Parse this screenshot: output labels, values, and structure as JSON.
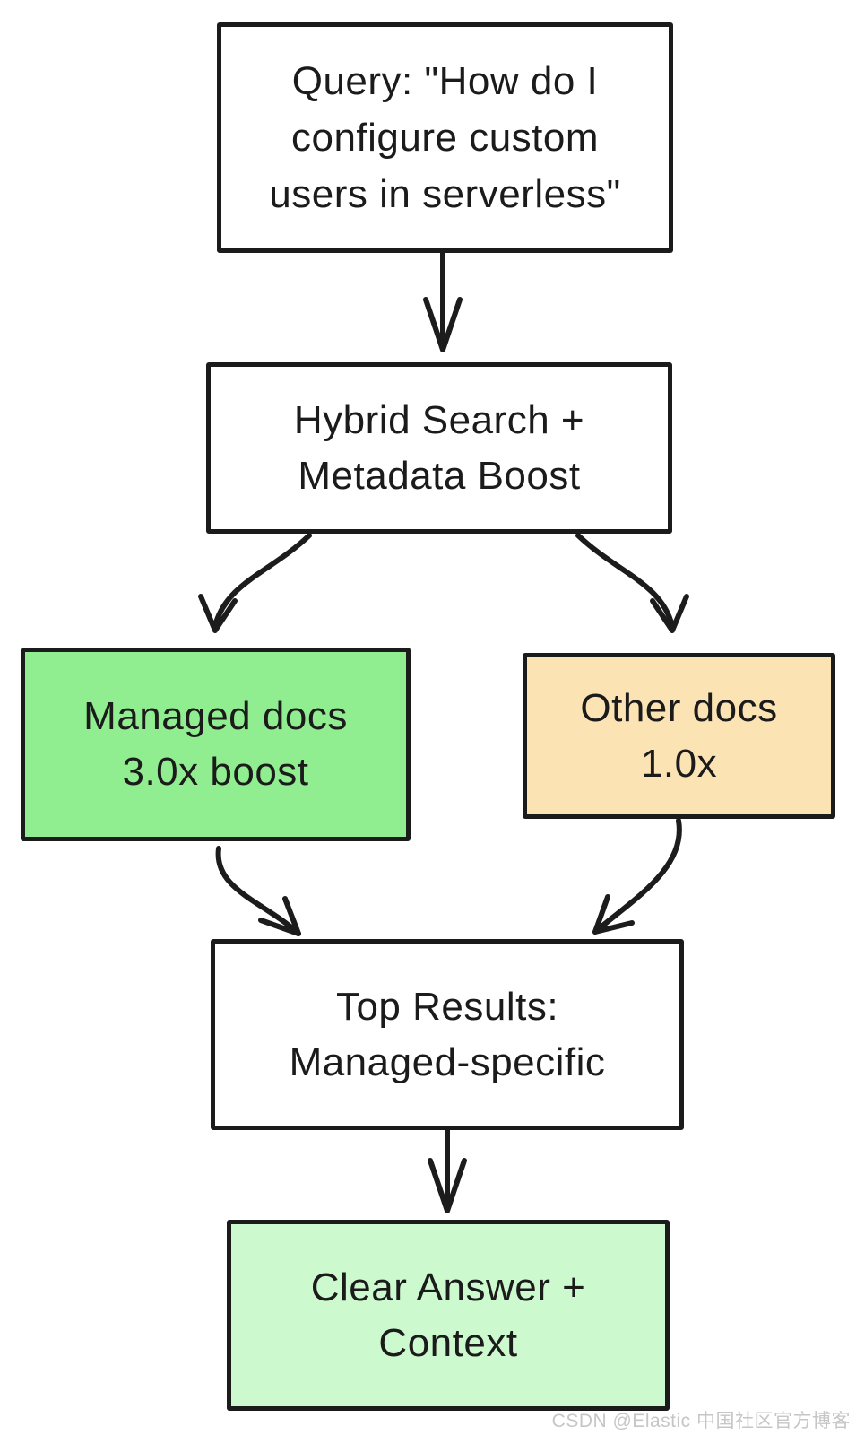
{
  "diagram": {
    "title": "Hybrid search with metadata boost flow",
    "nodes": {
      "query": {
        "lines": [
          "Query: \"How do I",
          "configure custom",
          "users in serverless\""
        ],
        "fill": "#ffffff"
      },
      "hybrid": {
        "lines": [
          "Hybrid Search +",
          "Metadata Boost"
        ],
        "fill": "#ffffff"
      },
      "managed": {
        "lines": [
          "Managed docs",
          "3.0x boost"
        ],
        "fill": "#90ee90"
      },
      "other": {
        "lines": [
          "Other docs",
          "1.0x"
        ],
        "fill": "#fbe3b3"
      },
      "results": {
        "lines": [
          "Top Results:",
          "Managed-specific"
        ],
        "fill": "#ffffff"
      },
      "answer": {
        "lines": [
          "Clear Answer +",
          "Context"
        ],
        "fill": "#cdf9ce"
      }
    },
    "edges": [
      {
        "from": "query",
        "to": "hybrid"
      },
      {
        "from": "hybrid",
        "to": "managed"
      },
      {
        "from": "hybrid",
        "to": "other"
      },
      {
        "from": "managed",
        "to": "results"
      },
      {
        "from": "other",
        "to": "results"
      },
      {
        "from": "results",
        "to": "answer"
      }
    ],
    "colors": {
      "stroke": "#1b1b1b",
      "managed_fill": "#90ee90",
      "other_fill": "#fbe3b3",
      "answer_fill": "#cdf9ce",
      "background": "#ffffff"
    }
  },
  "watermark": {
    "text": "CSDN @Elastic 中国社区官方博客",
    "color": "#c6c6c6"
  }
}
